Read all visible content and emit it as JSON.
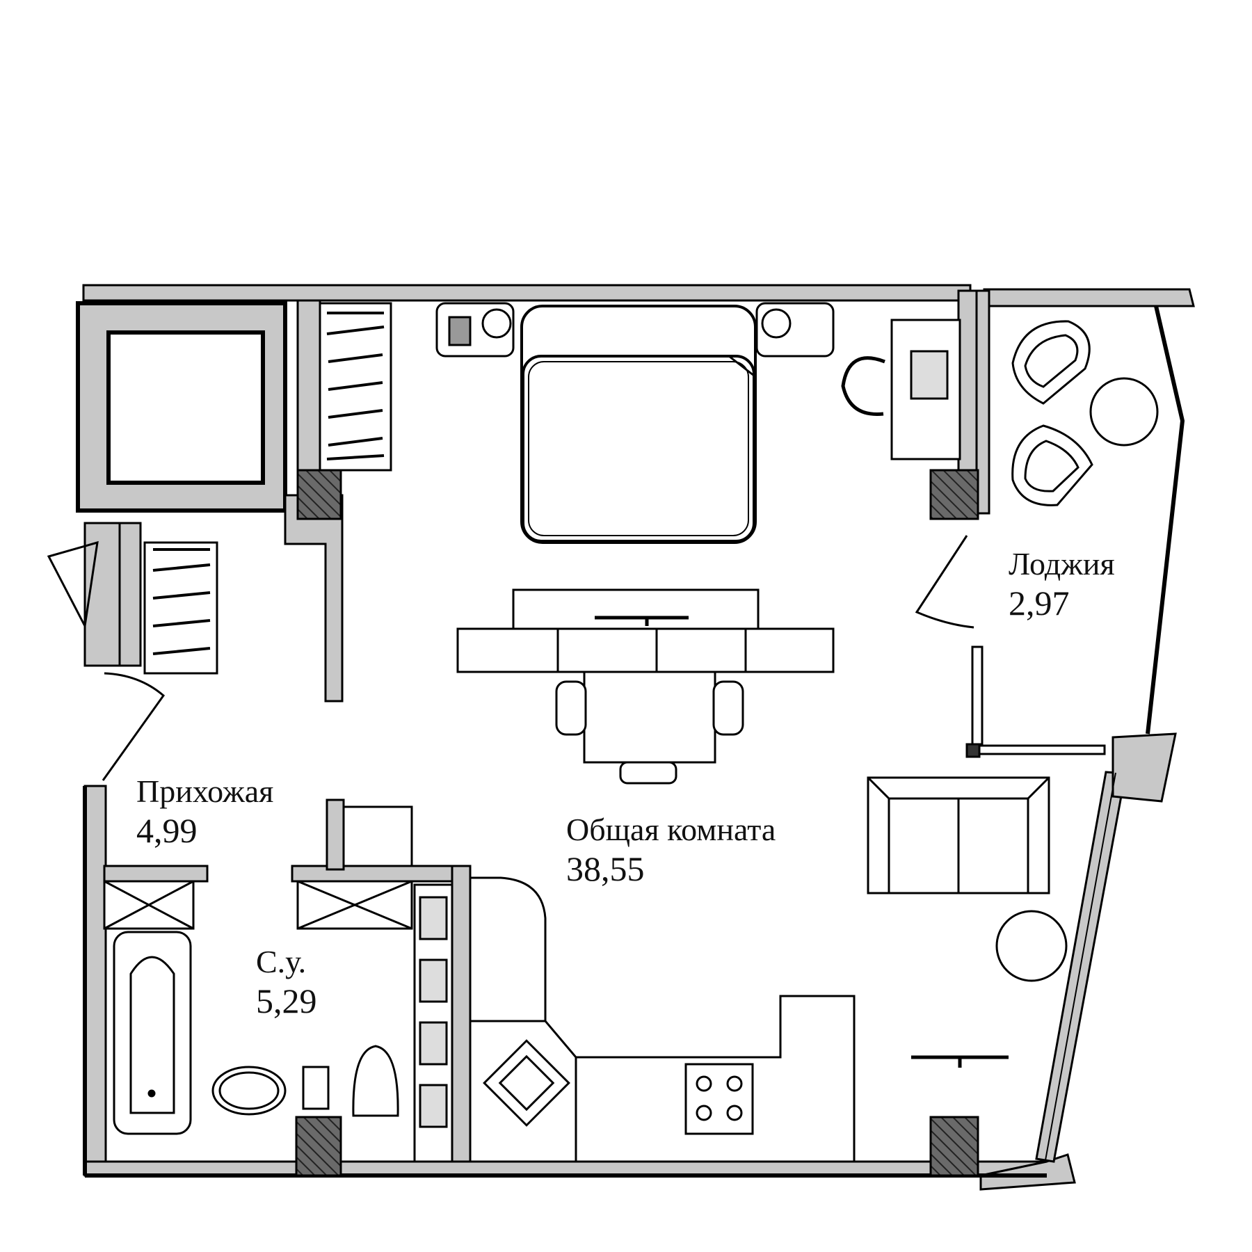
{
  "rooms": {
    "hall": {
      "name": "Прихожая",
      "area": "4,99"
    },
    "bath": {
      "name": "С.у.",
      "area": "5,29"
    },
    "living": {
      "name": "Общая комната",
      "area": "38,55"
    },
    "loggia": {
      "name": "Лоджия",
      "area": "2,97"
    }
  },
  "colors": {
    "wall_fill": "#c8c8c8",
    "wall_line": "#000000",
    "column_fill": "#555555",
    "furniture_line": "#222222"
  },
  "icons": [
    "bed-icon",
    "table-icon",
    "chair-icon",
    "sofa-icon",
    "bathtub-icon",
    "sink-icon",
    "toilet-icon",
    "stove-icon",
    "kitchen-sink-icon",
    "wardrobe-icon",
    "desk-icon",
    "armchair-icon",
    "round-table-icon",
    "tv-icon",
    "door-icon",
    "shaft-icon"
  ]
}
